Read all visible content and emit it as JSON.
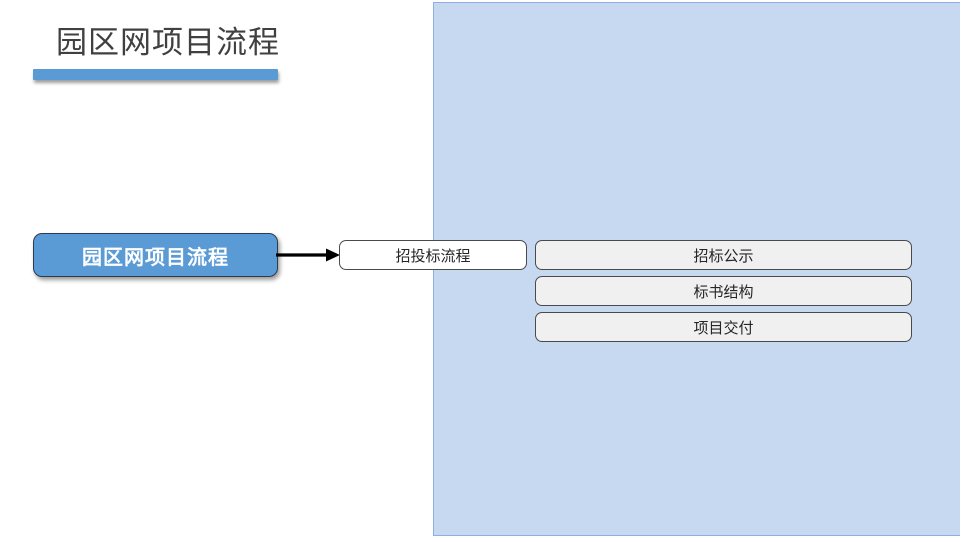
{
  "slide": {
    "title": "园区网项目流程",
    "background_color": "#FFFFFF",
    "accent_color": "#5B9BD5",
    "panel_color": "#C7D9F1",
    "panel_border_color": "#8EB0E0"
  },
  "diagram": {
    "root": {
      "label": "园区网项目流程",
      "fill": "#5B9BD5",
      "text_color": "#FFFFFF"
    },
    "branches": [
      {
        "label": "招投标流程",
        "fill": "#FFFFFF",
        "text_color": "#262626",
        "children": [
          {
            "label": "招标公示",
            "fill": "#F0F0F0",
            "text_color": "#262626"
          },
          {
            "label": "标书结构",
            "fill": "#F0F0F0",
            "text_color": "#262626"
          },
          {
            "label": "项目交付",
            "fill": "#F0F0F0",
            "text_color": "#262626"
          }
        ]
      }
    ],
    "connector": {
      "kind": "arrow-right",
      "color": "#000000"
    }
  }
}
